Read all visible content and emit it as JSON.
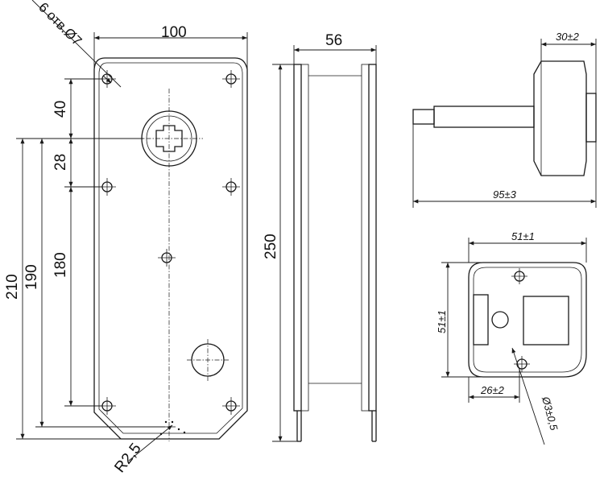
{
  "labels": {
    "holes": "6 отв.Ø7",
    "width_top": "100",
    "d40": "40",
    "d28": "28",
    "d180": "180",
    "d190": "190",
    "d210": "210",
    "radius": "R2,5",
    "depth": "56",
    "height": "250",
    "shaft_len": "95±3",
    "head_len": "30±2",
    "box_w": "51±1",
    "box_h": "51±1",
    "offset": "26±2",
    "hole_dia": "Ø3±0,5"
  }
}
